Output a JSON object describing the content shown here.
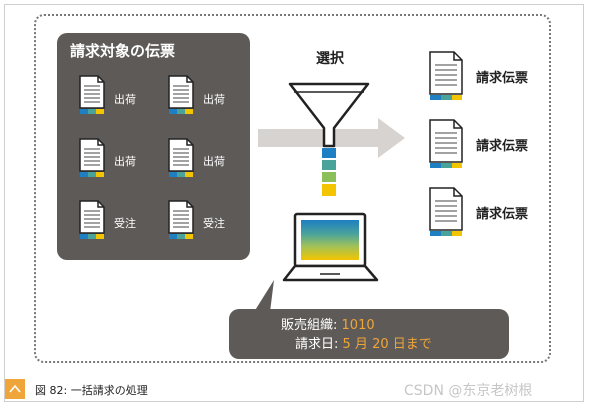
{
  "left_panel": {
    "title": "請求対象の伝票",
    "items": [
      {
        "label": "出荷"
      },
      {
        "label": "出荷"
      },
      {
        "label": "出荷"
      },
      {
        "label": "出荷"
      },
      {
        "label": "受注"
      },
      {
        "label": "受注"
      }
    ]
  },
  "selection": {
    "label": "選択"
  },
  "outputs": [
    {
      "label": "請求伝票"
    },
    {
      "label": "請求伝票"
    },
    {
      "label": "請求伝票"
    }
  ],
  "info": {
    "sales_org_label": "販売組織:",
    "sales_org_value": "1010",
    "billing_date_label": "請求日:",
    "billing_date_value": "5 月 20 日まで"
  },
  "caption": {
    "text": "図 82: 一括請求の処理"
  },
  "watermark": {
    "text": "CSDN @东京老树根"
  },
  "colors": {
    "panel": "#5e5a58",
    "orange": "#f0a53a",
    "blue": "#1e7fc2",
    "teal": "#4aa39b",
    "yellow": "#f3c400"
  }
}
